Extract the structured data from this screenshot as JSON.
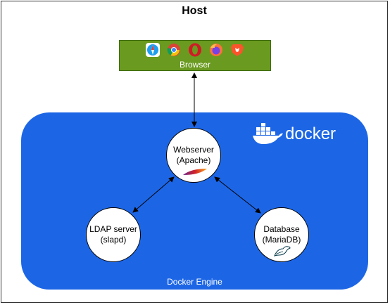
{
  "host": {
    "title": "Host"
  },
  "browser": {
    "label": "Browser",
    "icons": [
      "safari-icon",
      "chrome-icon",
      "opera-icon",
      "firefox-icon",
      "brave-icon"
    ],
    "color": "#6a9a1f"
  },
  "docker": {
    "logo_text": "docker",
    "engine_label": "Docker Engine",
    "color": "#1c66e6"
  },
  "nodes": {
    "webserver": {
      "line1": "Webserver",
      "line2": "(Apache)",
      "icon": "apache-feather-icon"
    },
    "ldap": {
      "line1": "LDAP server",
      "line2": "(slapd)"
    },
    "database": {
      "line1": "Database",
      "line2": "(MariaDB)",
      "icon": "mariadb-seal-icon"
    }
  },
  "connections": [
    {
      "from": "browser",
      "to": "webserver",
      "direction": "both"
    },
    {
      "from": "webserver",
      "to": "ldap",
      "direction": "both"
    },
    {
      "from": "webserver",
      "to": "database",
      "direction": "both"
    }
  ]
}
